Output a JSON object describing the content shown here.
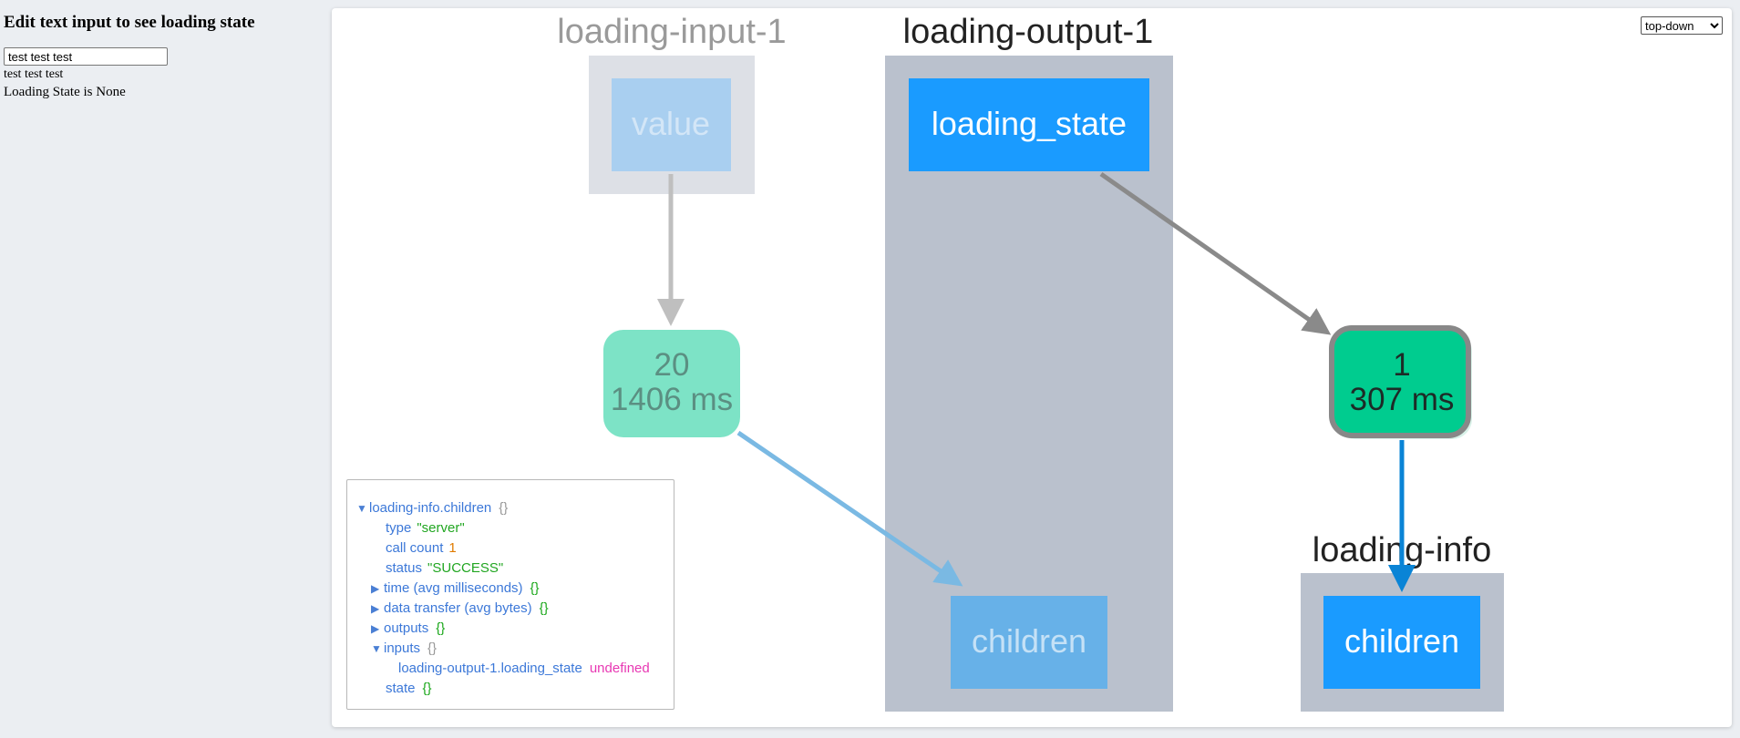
{
  "page": {
    "heading": "Edit text input to see loading state",
    "input_value": "test test test",
    "echo_text": "test test test",
    "loading_state_text": "Loading State is None"
  },
  "graph": {
    "layout_select": {
      "selected": "top-down",
      "options": [
        "top-down"
      ]
    },
    "clusters": {
      "loading_input": "loading-input-1",
      "loading_output": "loading-output-1",
      "loading_info": "loading-info"
    },
    "nodes": {
      "input_value": "value",
      "output_loading_state": "loading_state",
      "output_children": "children",
      "info_children": "children"
    },
    "callbacks": {
      "cb1": {
        "count": "20",
        "time": "1406 ms"
      },
      "cb2": {
        "count": "1",
        "time": "307 ms"
      }
    }
  },
  "info": {
    "root_key": "loading-info.children",
    "root_brace": "{}",
    "type_key": "type",
    "type_value": "\"server\"",
    "call_count_key": "call count",
    "call_count_value": "1",
    "status_key": "status",
    "status_value": "\"SUCCESS\"",
    "time_key": "time (avg milliseconds)",
    "time_brace": "{}",
    "data_transfer_key": "data transfer (avg bytes)",
    "data_transfer_brace": "{}",
    "outputs_key": "outputs",
    "outputs_brace": "{}",
    "inputs_key": "inputs",
    "inputs_brace": "{}",
    "input_item_key": "loading-output-1.loading_state",
    "input_item_value": "undefined",
    "state_key": "state",
    "state_brace": "{}"
  },
  "colors": {
    "active_node": "#1a9bff",
    "faded_node": "#a9cff0",
    "callback_active": "#00cc8f",
    "callback_faded": "#7de3c6",
    "edge_active": "#0a84d6",
    "edge_faded": "#7ab9e3",
    "cluster_dark": "#bac1cd",
    "cluster_light": "#dde0e6"
  }
}
